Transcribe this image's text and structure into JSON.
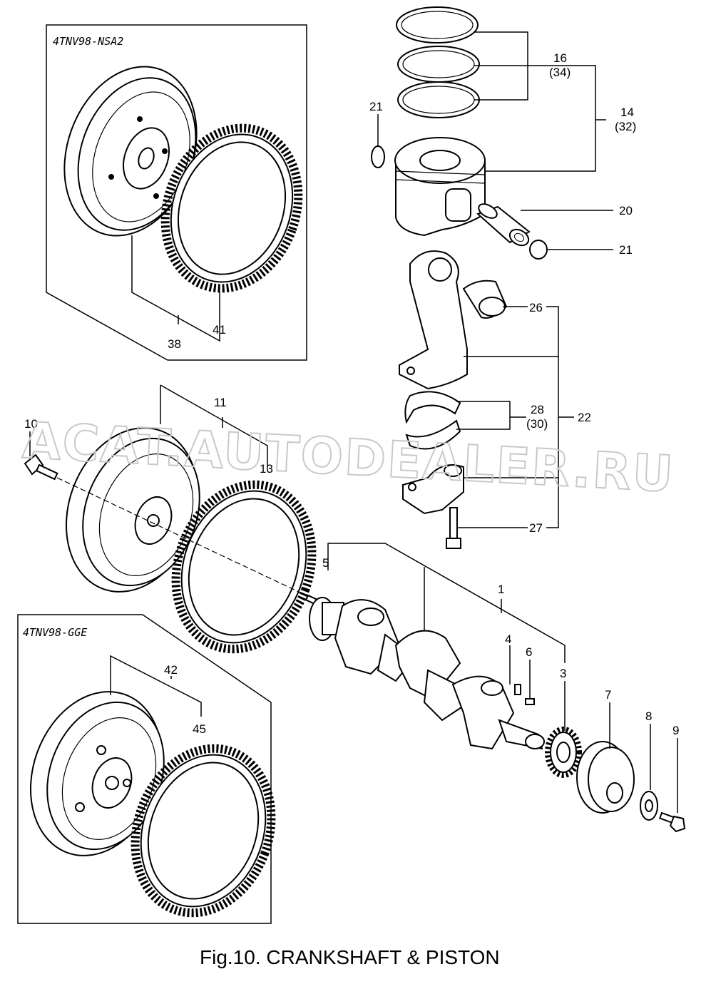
{
  "caption": "Fig.10.  CRANKSHAFT & PISTON",
  "watermark": "ACAT.AUTODEALER.RU",
  "variants": {
    "top": "4TNV98-NSA2",
    "bottom": "4TNV98-GGE"
  },
  "callouts": {
    "c1": "1",
    "c3": "3",
    "c4": "4",
    "c5": "5",
    "c6": "6",
    "c7": "7",
    "c8": "8",
    "c9": "9",
    "c10": "10",
    "c11": "11",
    "c13": "13",
    "c14": "14",
    "c14b": "(32)",
    "c16": "16",
    "c16b": "(34)",
    "c20": "20",
    "c21a": "21",
    "c21b": "21",
    "c22": "22",
    "c26": "26",
    "c27": "27",
    "c28": "28",
    "c28b": "(30)",
    "c38": "38",
    "c41": "41",
    "c42": "42",
    "c45": "45"
  }
}
